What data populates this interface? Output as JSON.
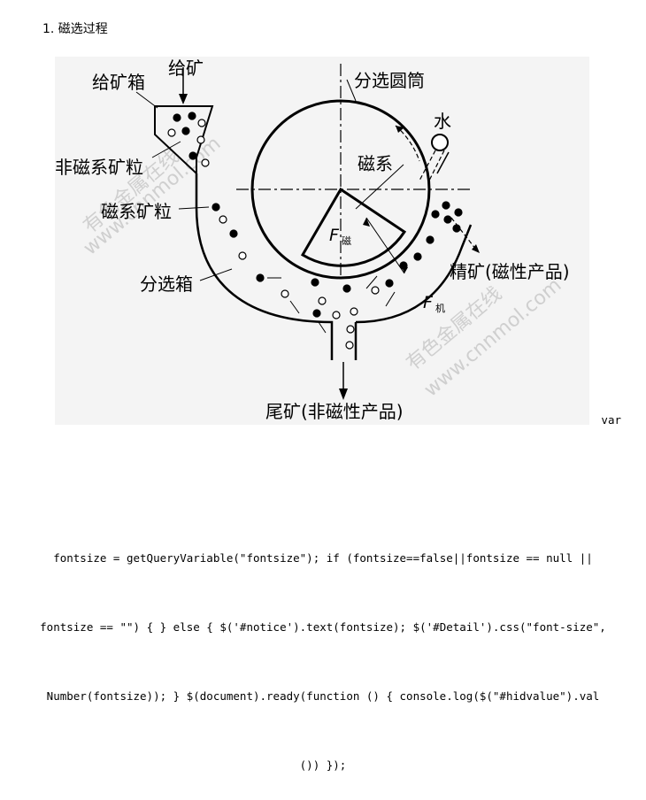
{
  "heading": "1. 磁选过程",
  "diagram": {
    "labels": {
      "feed": "给矿",
      "feed_box": "给矿箱",
      "non_magnetic_grains": "非磁系矿粒",
      "magnetic_grains": "磁系矿粒",
      "separation_box": "分选箱",
      "drum": "分选圆筒",
      "water": "水",
      "magnet_system": "磁系",
      "f_mag_main": "F",
      "f_mag_sub": "磁",
      "f_mech_main": "F",
      "f_mech_sub": "机",
      "concentrate": "精矿(磁性产品)",
      "tailings": "尾矿(非磁性产品)"
    },
    "watermarks": [
      "有色金属在线",
      "www.cnnmol.com",
      "有色金属在线",
      "www.cnnmol.com"
    ]
  },
  "code": {
    "line1": "var",
    "line2": "fontsize = getQueryVariable(\"fontsize\"); if (fontsize==false||fontsize == null ||",
    "line3": "fontsize == \"\") { } else { $('#notice').text(fontsize); $('#Detail').css(\"font-size\",",
    "line4": "Number(fontsize)); } $(document).ready(function () { console.log($(\"#hidvalue\").val",
    "line5": "()) });"
  }
}
